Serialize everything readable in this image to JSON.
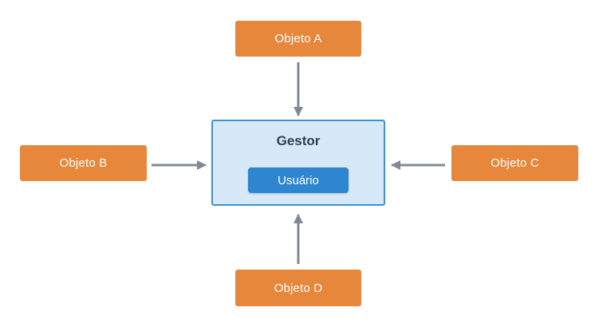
{
  "diagram": {
    "nodes": {
      "objeto_a": {
        "label": "Objeto A"
      },
      "objeto_b": {
        "label": "Objeto B"
      },
      "objeto_c": {
        "label": "Objeto C"
      },
      "objeto_d": {
        "label": "Objeto D"
      },
      "gestor": {
        "label": "Gestor"
      },
      "usuario": {
        "label": "Usuário"
      }
    },
    "edges": [
      {
        "from": "Objeto A",
        "to": "Gestor",
        "direction": "down"
      },
      {
        "from": "Objeto B",
        "to": "Gestor",
        "direction": "right"
      },
      {
        "from": "Objeto C",
        "to": "Gestor",
        "direction": "left"
      },
      {
        "from": "Objeto D",
        "to": "Gestor",
        "direction": "up"
      }
    ],
    "colors": {
      "object_box_fill": "#E6873C",
      "object_box_text": "#FFFFFF",
      "gestor_fill": "#D7E9F8",
      "gestor_border": "#3F8FD3",
      "gestor_text": "#2D3E50",
      "usuario_fill": "#2E86D0",
      "usuario_text": "#FFFFFF",
      "arrow": "#7E8A97",
      "background": "#FFFFFF"
    }
  }
}
